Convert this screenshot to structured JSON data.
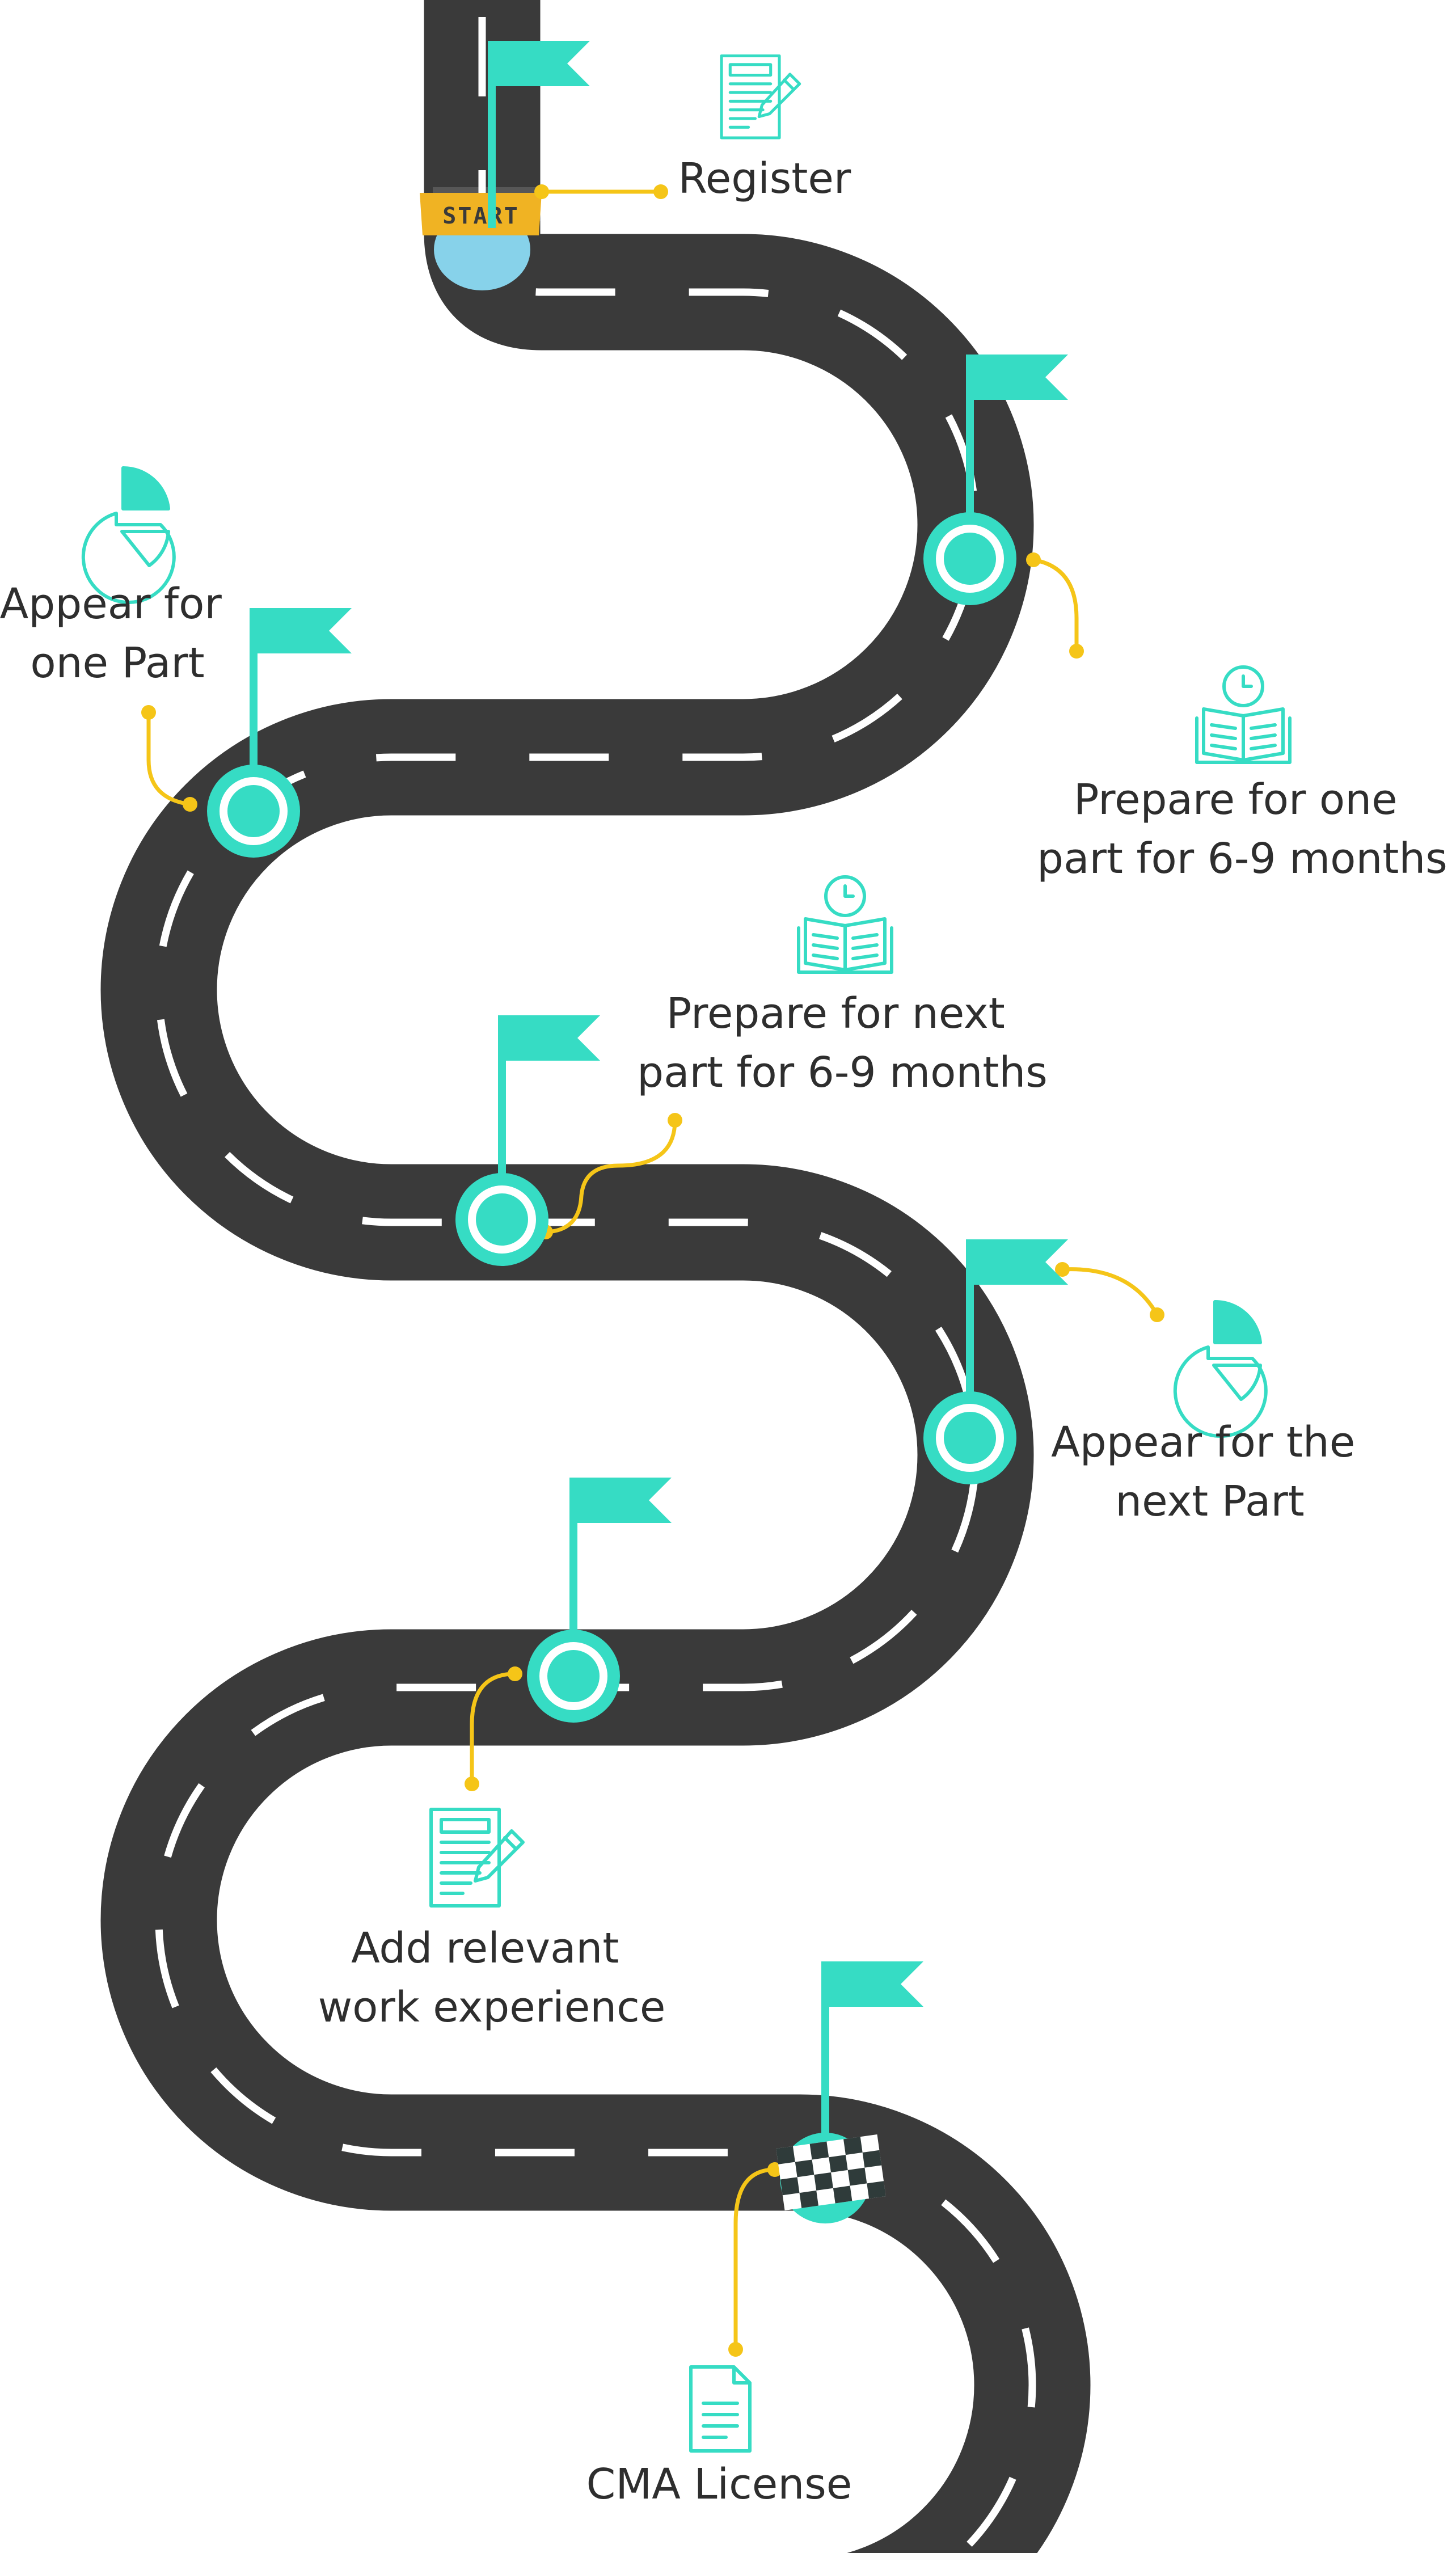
{
  "colors": {
    "road": "#3a3a3a",
    "dash": "#ffffff",
    "flag": "#36dcc4",
    "connector": "#f5c518",
    "icon": "#36dcc4",
    "text": "#2e2e2e",
    "start_sign": "#f0b323"
  },
  "start": {
    "label": "START"
  },
  "steps": [
    {
      "name": "register",
      "icon": "form-pen-icon",
      "lines": [
        "Register"
      ]
    },
    {
      "name": "prepare-one-part",
      "icon": "book-clock-icon",
      "lines": [
        "Prepare for one",
        "part for 6-9 months"
      ]
    },
    {
      "name": "appear-one-part",
      "icon": "pie-chart-icon",
      "lines": [
        "Appear for",
        "one Part"
      ]
    },
    {
      "name": "prepare-next-part",
      "icon": "book-clock-icon",
      "lines": [
        "Prepare for next",
        "part for 6-9 months"
      ]
    },
    {
      "name": "appear-next-part",
      "icon": "pie-chart-icon",
      "lines": [
        "Appear for the",
        "next Part"
      ]
    },
    {
      "name": "add-work-experience",
      "icon": "form-pen-icon",
      "lines": [
        "Add relevant",
        "work experience"
      ]
    },
    {
      "name": "cma-license",
      "icon": "document-icon",
      "lines": [
        "CMA License"
      ]
    }
  ]
}
